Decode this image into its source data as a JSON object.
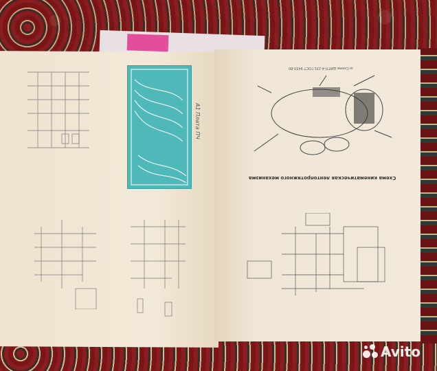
{
  "left_page": {
    "pcb_title": "А1 Плата ПЧ"
  },
  "right_page": {
    "title": "Схема кинематическая лентопротяжного механизма",
    "subtitle": "ш Схема ШАТЛ-4-231 ГОСТ 9433-80"
  },
  "watermark": {
    "text": "Avito"
  },
  "colors": {
    "pcb": "#4fb8b8",
    "paper": "#f2e9da",
    "carpet": "#7a1a1c",
    "magazine": "#e24e9a"
  }
}
